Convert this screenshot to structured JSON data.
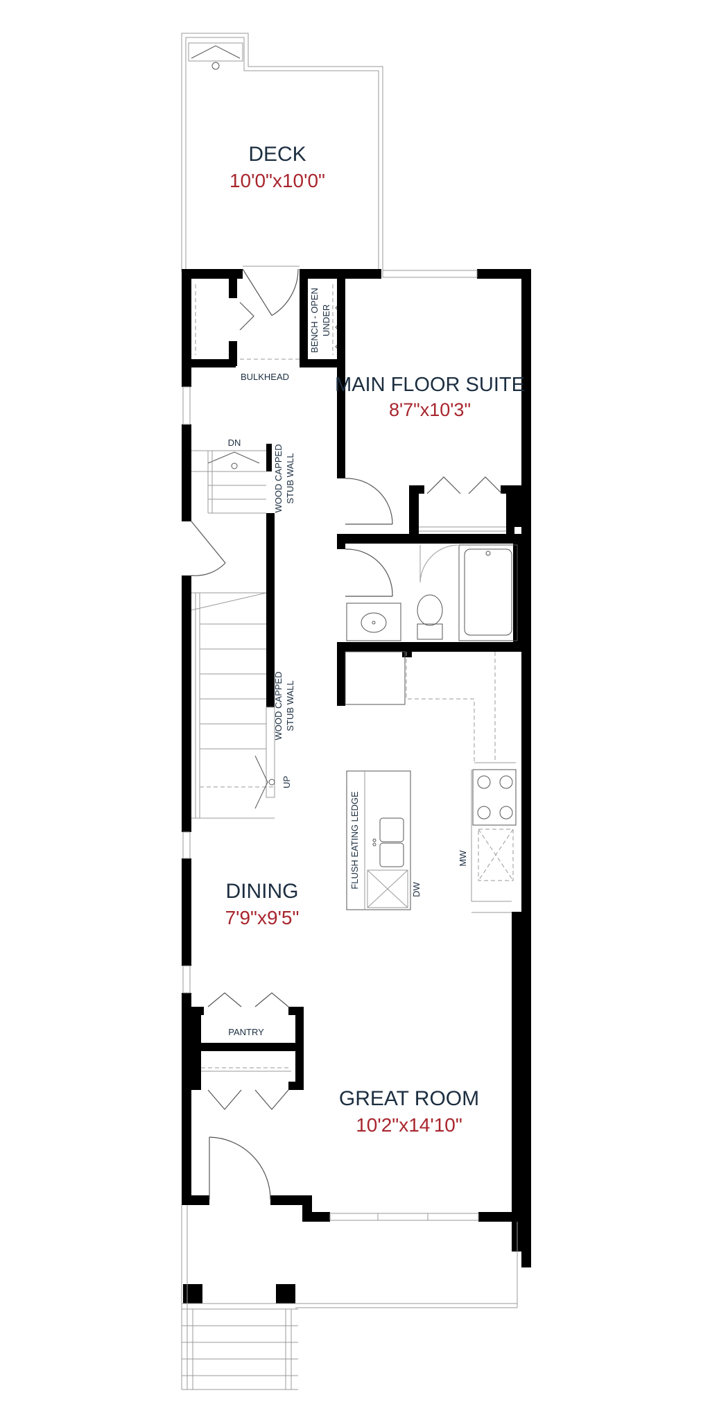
{
  "rooms": {
    "deck": {
      "name": "DECK",
      "dims": "10'0\"x10'0\""
    },
    "suite": {
      "name": "MAIN FLOOR SUITE",
      "dims": "8'7\"x10'3\""
    },
    "dining": {
      "name": "DINING",
      "dims": "7'9\"x9'5\""
    },
    "great_room": {
      "name": "GREAT ROOM",
      "dims": "10'2\"x14'10\""
    }
  },
  "labels": {
    "bulkhead": "BULKHEAD",
    "bench_line1": "BENCH - OPEN",
    "bench_line2": "UNDER",
    "dn": "DN",
    "up": "UP",
    "stub_wall_line1": "WOOD CAPPED",
    "stub_wall_line2": "STUB WALL",
    "flush_ledge": "FLUSH EATING LEDGE",
    "dw": "DW",
    "mw": "MW",
    "pantry": "PANTRY"
  },
  "colors": {
    "name_text": "#1c2e40",
    "dims_text": "#a8262e",
    "wall": "#000000"
  }
}
